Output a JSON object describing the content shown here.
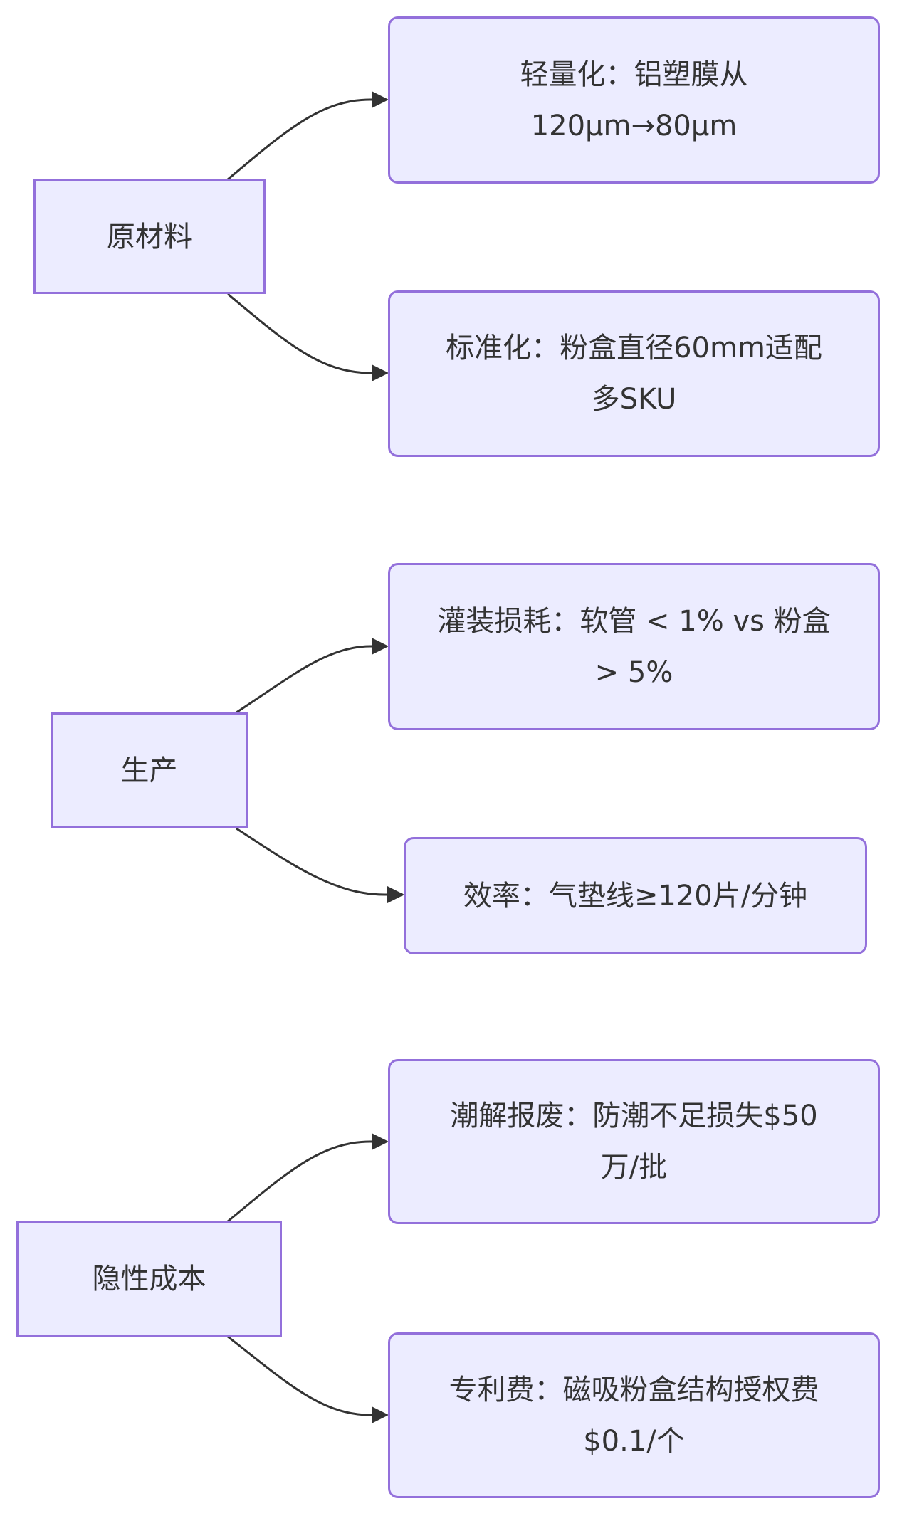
{
  "diagram": {
    "colors": {
      "node_fill": "#ECECFF",
      "node_stroke": "#9370DB",
      "text": "#333333",
      "edge": "#333333"
    },
    "groups": [
      {
        "root": "原材料",
        "children": [
          "轻量化：铝塑膜从120μm→80μm",
          "标准化：粉盒直径60mm适配多SKU"
        ]
      },
      {
        "root": "生产",
        "children": [
          "灌装损耗：软管 < 1% vs 粉盒 > 5%",
          "效率：气垫线≥120片/分钟"
        ]
      },
      {
        "root": "隐性成本",
        "children": [
          "潮解报废：防潮不足损失$50万/批",
          "专利费：磁吸粉盒结构授权费$0.1/个"
        ]
      }
    ],
    "edges": [
      {
        "from": "原材料",
        "to": "轻量化：铝塑膜从120μm→80μm"
      },
      {
        "from": "原材料",
        "to": "标准化：粉盒直径60mm适配多SKU"
      },
      {
        "from": "生产",
        "to": "灌装损耗：软管 < 1% vs 粉盒 > 5%"
      },
      {
        "from": "生产",
        "to": "效率：气垫线≥120片/分钟"
      },
      {
        "from": "隐性成本",
        "to": "潮解报废：防潮不足损失$50万/批"
      },
      {
        "from": "隐性成本",
        "to": "专利费：磁吸粉盒结构授权费$0.1/个"
      }
    ]
  }
}
